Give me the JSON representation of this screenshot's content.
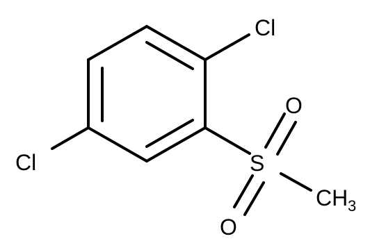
{
  "molecule": {
    "atoms": {
      "cl_top": "Cl",
      "cl_left": "Cl",
      "sulfur": "S",
      "oxygen_top": "O",
      "oxygen_bottom": "O",
      "methyl_main": "CH",
      "methyl_sub": "3"
    }
  }
}
